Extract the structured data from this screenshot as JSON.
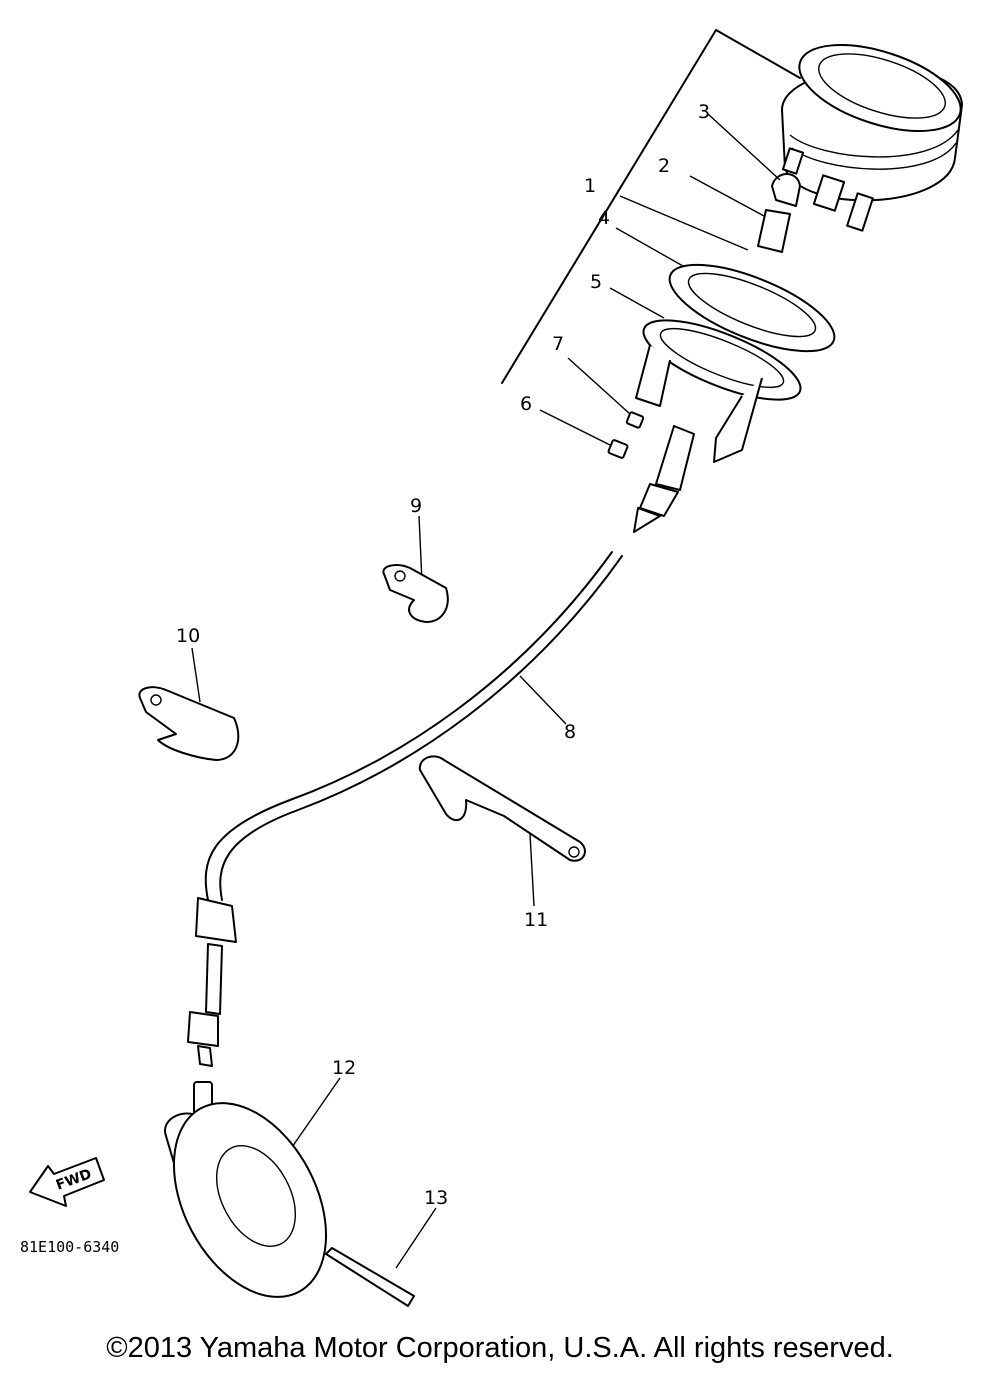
{
  "callouts": [
    "1",
    "2",
    "3",
    "4",
    "5",
    "6",
    "7",
    "8",
    "9",
    "10",
    "11",
    "12",
    "13"
  ],
  "fwd_label": "FWD",
  "diagram_code": "81E100-6340",
  "copyright": "©2013 Yamaha Motor Corporation, U.S.A. All rights reserved."
}
